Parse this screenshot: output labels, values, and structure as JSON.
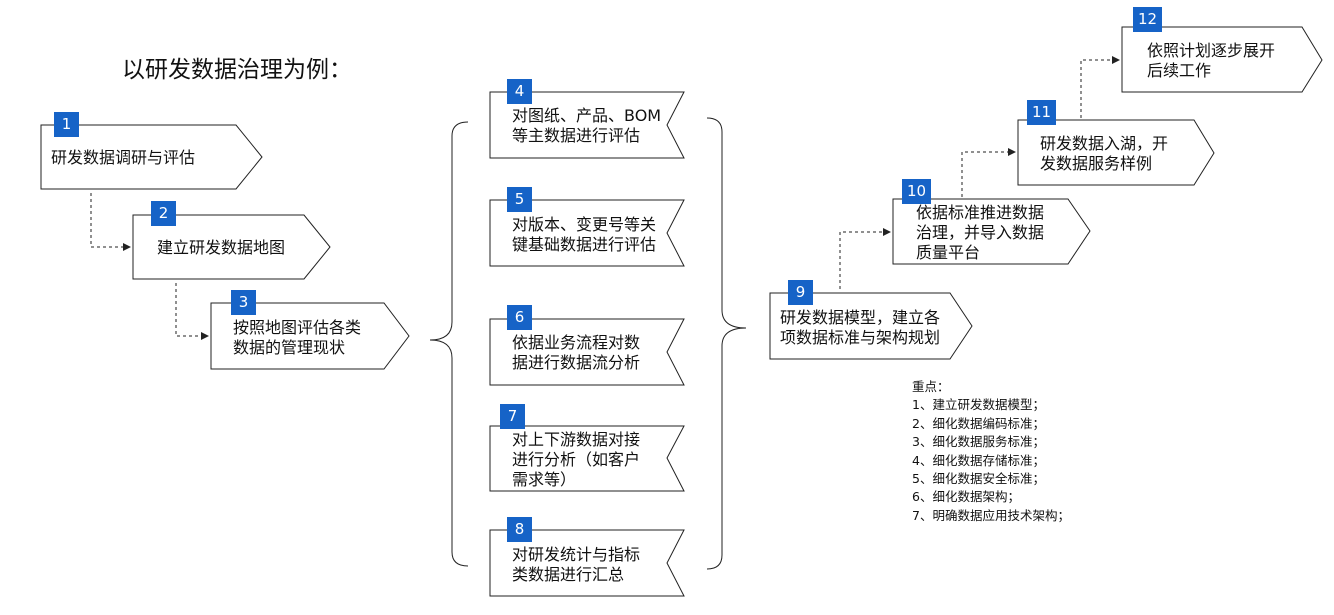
{
  "title": "以研发数据治理为例：",
  "steps": [
    {
      "num": "1",
      "lines": [
        "研发数据调研与评估"
      ]
    },
    {
      "num": "2",
      "lines": [
        "建立研发数据地图"
      ]
    },
    {
      "num": "3",
      "lines": [
        "按照地图评估各类",
        "数据的管理现状"
      ]
    },
    {
      "num": "4",
      "lines": [
        "对图纸、产品、BOM",
        "等主数据进行评估"
      ]
    },
    {
      "num": "5",
      "lines": [
        "对版本、变更号等关",
        "键基础数据进行评估"
      ]
    },
    {
      "num": "6",
      "lines": [
        "依据业务流程对数",
        "据进行数据流分析"
      ]
    },
    {
      "num": "7",
      "lines": [
        "对上下游数据对接",
        "进行分析（如客户",
        "需求等）"
      ]
    },
    {
      "num": "8",
      "lines": [
        "对研发统计与指标",
        "类数据进行汇总"
      ]
    },
    {
      "num": "9",
      "lines": [
        "研发数据模型，建立各",
        "项数据标准与架构规划"
      ]
    },
    {
      "num": "10",
      "lines": [
        "依据标准推进数据",
        "治理，并导入数据",
        "质量平台"
      ]
    },
    {
      "num": "11",
      "lines": [
        "研发数据入湖，开",
        "发数据服务样例"
      ]
    },
    {
      "num": "12",
      "lines": [
        "依照计划逐步展开",
        "后续工作"
      ]
    }
  ],
  "notes": {
    "heading": "重点：",
    "items": [
      "1、建立研发数据模型；",
      "2、细化数据编码标准；",
      "3、细化数据服务标准；",
      "4、细化数据存储标准；",
      "5、细化数据安全标准；",
      "6、细化数据架构；",
      "7、明确数据应用技术架构；"
    ]
  },
  "colors": {
    "badge": "#1663c7",
    "line": "#222222"
  }
}
